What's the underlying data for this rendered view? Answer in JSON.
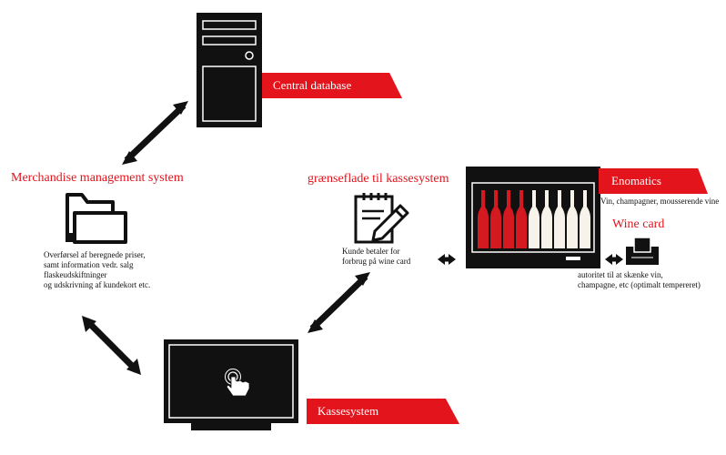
{
  "colors": {
    "accent": "#e3141c",
    "device": "#111111",
    "bottle_red": "#d41920",
    "bottle_white": "#f7f3ea"
  },
  "nodes": {
    "central_database": {
      "label": "Central database",
      "icon": "server-tower-icon"
    },
    "merchandise": {
      "label": "Merchandise management system",
      "icon": "folder-icon",
      "description": [
        "Overførsel af beregnede priser,",
        "samt information vedr. salg",
        "flaskeudskiftninger",
        "og udskrivning af kundekort etc."
      ]
    },
    "interface": {
      "label": "grænseflade til kassesystem",
      "icon": "notepad-pencil-icon",
      "description": [
        "Kunde betaler for",
        "forbrug på wine card"
      ]
    },
    "enomatics": {
      "label": "Enomatics",
      "subtitle": "Vin, champagner, mousserende vine",
      "icon": "wine-dispenser-icon",
      "bottles": {
        "red": 4,
        "white": 5
      }
    },
    "wine_card": {
      "label": "Wine card",
      "icon": "card-reader-icon",
      "description": [
        "autoritet til at skænke vin,",
        "champagne, etc (optimalt tempereret)"
      ]
    },
    "kassesystem": {
      "label": "Kassesystem",
      "icon": "touch-monitor-icon"
    }
  },
  "connections": [
    {
      "from": "central_database",
      "to": "merchandise"
    },
    {
      "from": "merchandise",
      "to": "kassesystem"
    },
    {
      "from": "kassesystem",
      "to": "interface"
    },
    {
      "from": "interface",
      "to": "enomatics"
    },
    {
      "from": "enomatics",
      "to": "wine_card"
    }
  ]
}
